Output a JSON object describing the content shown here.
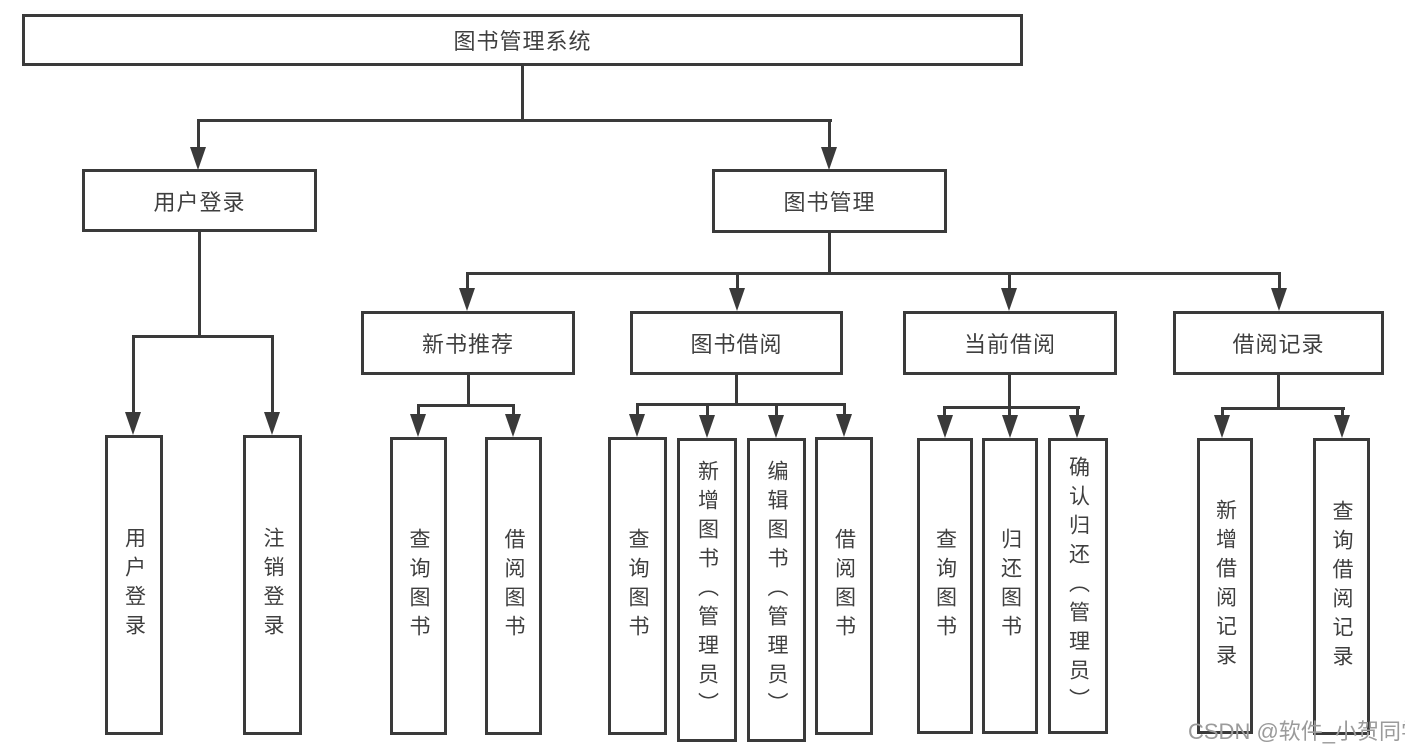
{
  "type": "hierarchy-diagram",
  "colors": {
    "line": "#3a3a3a",
    "text": "#3f3f3f",
    "watermark": "#9b9b9b",
    "background": "#ffffff"
  },
  "watermark": {
    "text": "CSDN @软件_小贺同学"
  },
  "tree": {
    "root": {
      "label": "图书管理系统"
    },
    "branches": [
      {
        "label": "用户登录",
        "children": [
          {
            "label": "用户登录"
          },
          {
            "label": "注销登录"
          }
        ]
      },
      {
        "label": "图书管理",
        "children": [
          {
            "label": "新书推荐",
            "children": [
              {
                "label": "查询图书"
              },
              {
                "label": "借阅图书"
              }
            ]
          },
          {
            "label": "图书借阅",
            "children": [
              {
                "label": "查询图书"
              },
              {
                "label": "新增图书（管理员）"
              },
              {
                "label": "编辑图书（管理员）"
              },
              {
                "label": "借阅图书"
              }
            ]
          },
          {
            "label": "当前借阅",
            "children": [
              {
                "label": "查询图书"
              },
              {
                "label": "归还图书"
              },
              {
                "label": "确认归还（管理员）"
              }
            ]
          },
          {
            "label": "借阅记录",
            "children": [
              {
                "label": "新增借阅记录"
              },
              {
                "label": "查询借阅记录"
              }
            ]
          }
        ]
      }
    ]
  }
}
